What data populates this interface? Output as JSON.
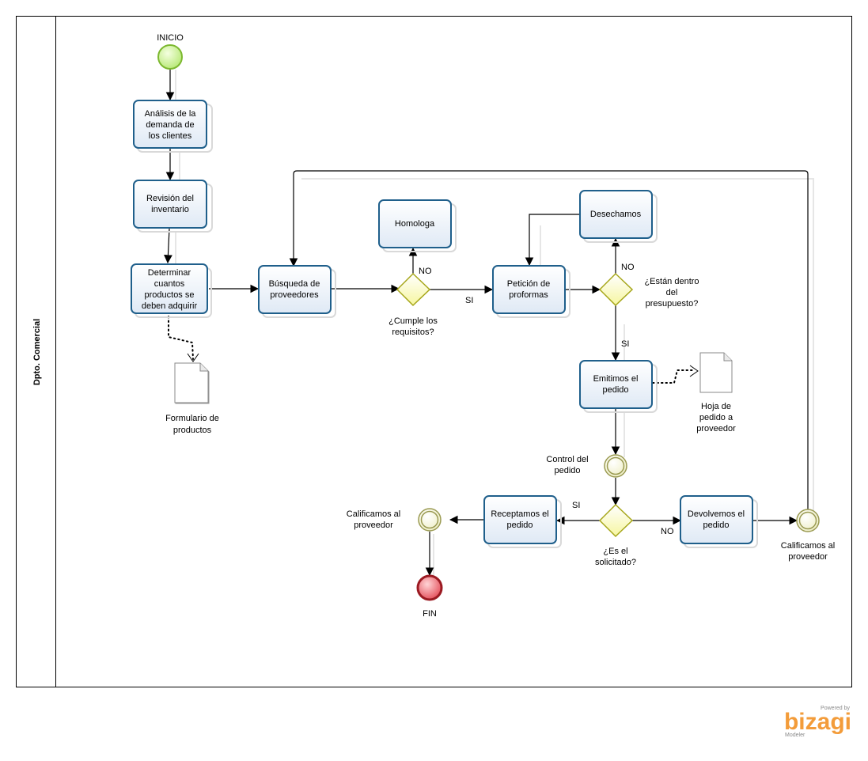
{
  "pool": {
    "lane_label": "Dpto. Comercial"
  },
  "start_event": {
    "label": "INICIO"
  },
  "end_event": {
    "label": "FIN"
  },
  "tasks": {
    "analisis": [
      "Análisis de la",
      "demanda de",
      "los clientes"
    ],
    "revision": [
      "Revisión del",
      "inventario"
    ],
    "determinar": [
      "Determinar",
      "cuantos",
      "productos se",
      "deben adquirir"
    ],
    "busqueda": [
      "Búsqueda de",
      "proveedores"
    ],
    "homologa": [
      "Homologa"
    ],
    "peticion": [
      "Petición de",
      "proformas"
    ],
    "desechamos": [
      "Desechamos"
    ],
    "emitimos": [
      "Emitimos el",
      "pedido"
    ],
    "receptamos": [
      "Receptamos el",
      "pedido"
    ],
    "devolvemos": [
      "Devolvemos el",
      "pedido"
    ]
  },
  "gateways": {
    "requisitos": [
      "¿Cumple los",
      "requisitos?"
    ],
    "presupuesto": [
      "¿Están dentro",
      "del",
      "presupuesto?"
    ],
    "solicitado": [
      "¿Es el",
      "solicitado?"
    ]
  },
  "intermediate_events": {
    "control": [
      "Control del",
      "pedido"
    ],
    "calificamos_left": [
      "Calificamos al",
      "proveedor"
    ],
    "calificamos_right": [
      "Calificamos al",
      "proveedor"
    ]
  },
  "artifacts": {
    "formulario": [
      "Formulario de",
      "productos"
    ],
    "hoja": [
      "Hoja de",
      "pedido a",
      "proveedor"
    ]
  },
  "flow_labels": {
    "requisitos_no": "NO",
    "requisitos_si": "SI",
    "presupuesto_no": "NO",
    "presupuesto_si": "SI",
    "solicitado_si": "SI",
    "solicitado_no": "NO"
  },
  "branding": {
    "powered_by": "Powered by",
    "name": "bizagi",
    "product": "Modeler"
  },
  "colors": {
    "task_border": "#1f5f8b",
    "start_fill": "#c8f08a",
    "end_fill": "#e0505a",
    "gateway_fill": "#fbfbb4",
    "brand": "#f39c3a"
  }
}
